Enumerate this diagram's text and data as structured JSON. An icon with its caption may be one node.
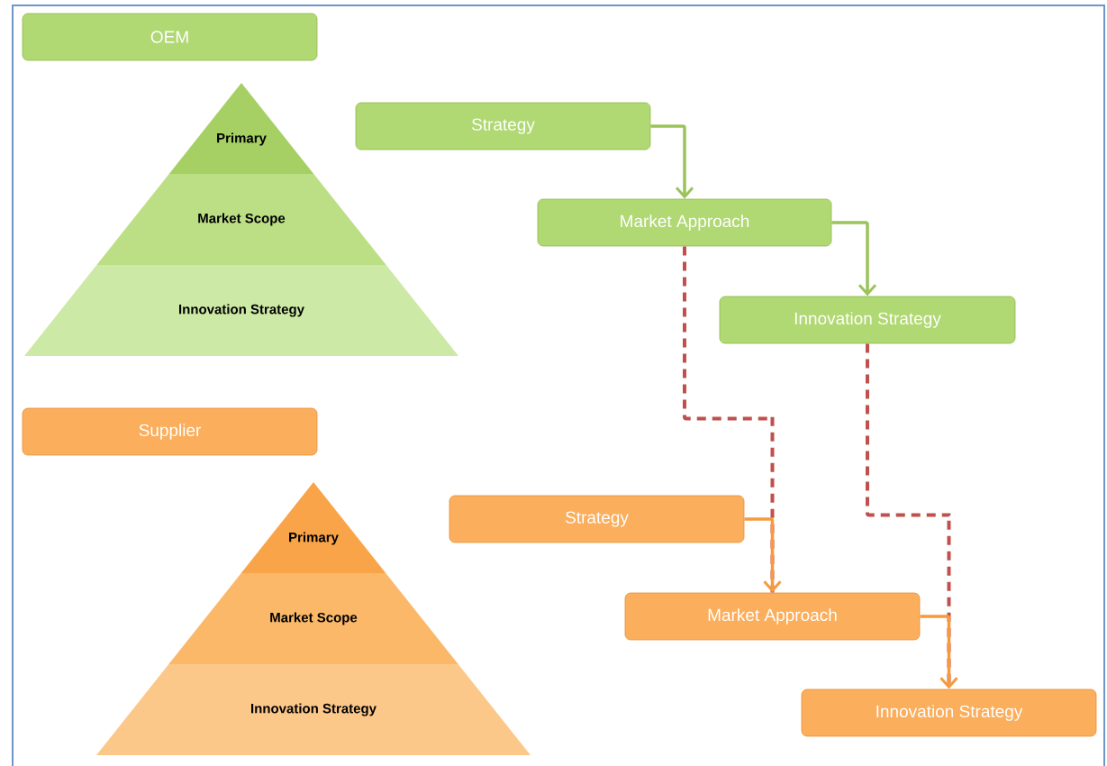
{
  "diagram": {
    "nodes": [
      {
        "text": [
          "OEM"
        ]
      },
      {
        "text": [
          "Primary"
        ]
      },
      {
        "text": [
          "Market Scope"
        ]
      },
      {
        "text": [
          "Innovation Strategy"
        ]
      },
      {
        "text": [
          "Strategy"
        ]
      },
      {
        "text": [
          "Market Approach"
        ]
      },
      {
        "text": [
          "Innovation Strategy"
        ]
      },
      {
        "text": [
          "Supplier"
        ]
      },
      {
        "text": [
          "Primary"
        ]
      },
      {
        "text": [
          "Market Scope"
        ]
      },
      {
        "text": [
          "Innovation Strategy"
        ]
      },
      {
        "text": [
          "Strategy"
        ]
      },
      {
        "text": [
          "Market Approach"
        ]
      },
      {
        "text": [
          "Innovation Strategy"
        ]
      }
    ],
    "edges": [
      {
        "from": 5,
        "to": 12,
        "arrow": "none",
        "style": "dashed",
        "color": "#c0504d"
      },
      {
        "from": 6,
        "to": 13,
        "arrow": "none",
        "style": "dashed",
        "color": "#c0504d"
      },
      {
        "from": 4,
        "to": 5,
        "arrow": "to",
        "color": "#9bc35a"
      },
      {
        "from": 5,
        "to": 6,
        "arrow": "to",
        "color": "#9bc35a"
      },
      {
        "from": 11,
        "to": 12,
        "arrow": "to",
        "color": "#f79a3e"
      },
      {
        "from": 12,
        "to": 13,
        "arrow": "to",
        "color": "#f79a3e"
      }
    ]
  }
}
